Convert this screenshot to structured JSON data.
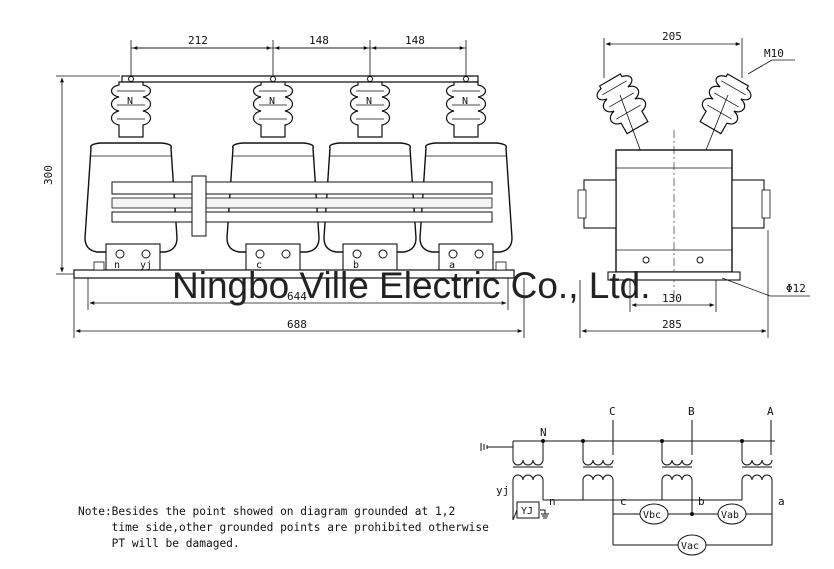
{
  "dimensions": {
    "spacing_1": "212",
    "spacing_2": "148",
    "spacing_3": "148",
    "height": "300",
    "mount_span": "644",
    "total_length": "688",
    "side_top": "205",
    "side_mount": "130",
    "side_total": "285"
  },
  "callouts": {
    "bolt": "M10",
    "hole": "Φ12"
  },
  "front_view": {
    "bushing_labels": [
      "N",
      "N",
      "N",
      "N"
    ],
    "terminal_labels": [
      "n",
      "yj",
      "c",
      "b",
      "a"
    ]
  },
  "watermark": "Ningbo Ville Electric Co., Ltd.",
  "schematic": {
    "phase_labels": [
      "C",
      "B",
      "A"
    ],
    "neutral_label": "N",
    "secondary_labels": [
      "yj",
      "n",
      "c",
      "b",
      "a"
    ],
    "relay_label": "YJ",
    "meters": [
      "Vbc",
      "Vab",
      "Vac"
    ]
  },
  "note": {
    "lines": [
      "Note:Besides the point showed on diagram grounded at 1,2",
      "     time side,other grounded points are prohibited otherwise",
      "     PT will be damaged."
    ]
  }
}
